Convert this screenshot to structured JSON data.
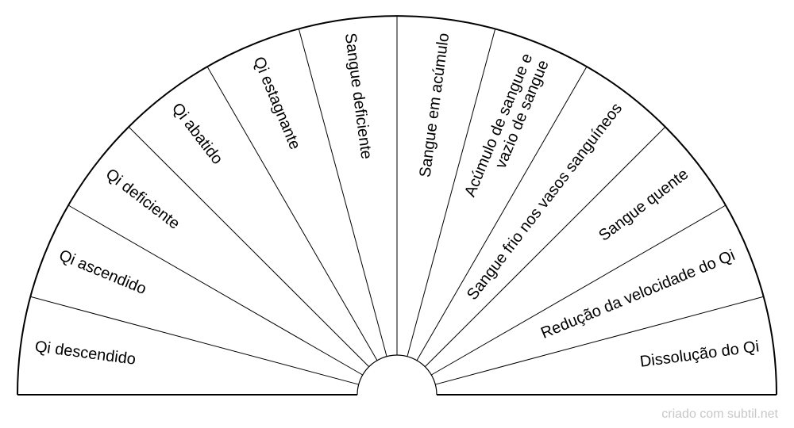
{
  "chart": {
    "segments": [
      {
        "lines": [
          "Qi descendido"
        ]
      },
      {
        "lines": [
          "Qi ascendido"
        ]
      },
      {
        "lines": [
          "Qi deficiente"
        ]
      },
      {
        "lines": [
          "Qi abatido"
        ]
      },
      {
        "lines": [
          "Qi estagnante"
        ]
      },
      {
        "lines": [
          "Sangue deficiente"
        ]
      },
      {
        "lines": [
          "Sangue em acúmulo"
        ]
      },
      {
        "lines": [
          "Acúmulo de sangue e",
          "vazio de sangue"
        ]
      },
      {
        "lines": [
          "Sangue frio nos vasos sanguíneos"
        ]
      },
      {
        "lines": [
          "Sangue quente"
        ]
      },
      {
        "lines": [
          "Redução da velocidade do Qi"
        ]
      },
      {
        "lines": [
          "Dissolução do Qi"
        ]
      }
    ],
    "colors": {
      "line": "#000000",
      "fill": "#ffffff",
      "text": "#000000"
    }
  },
  "footer": {
    "credit": "criado com subtil.net"
  }
}
